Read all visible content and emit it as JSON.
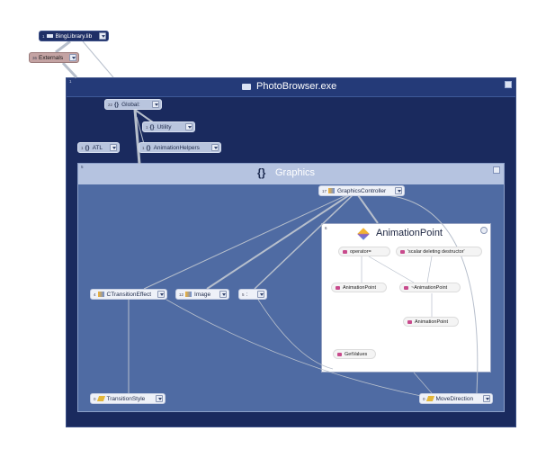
{
  "nodes": {
    "bing": {
      "count": "1",
      "label": "BingLibrary.lib"
    },
    "externals": {
      "count": "36",
      "label": "Externals"
    },
    "photo": {
      "count": "1",
      "title": "PhotoBrowser.exe"
    },
    "global": {
      "count": "22",
      "label": "Global:"
    },
    "utility": {
      "count": "1",
      "label": "Utility"
    },
    "atl": {
      "count": "1",
      "label": "ATL"
    },
    "animhelpers": {
      "count": "1",
      "label": "AnimationHelpers"
    },
    "graphics": {
      "count": "5",
      "title": "Graphics"
    },
    "gcontroller": {
      "count": "17",
      "label": "GraphicsController"
    },
    "animpoint": {
      "count": "6",
      "title": "AnimationPoint"
    },
    "ctrans": {
      "count": "4",
      "label": "CTransitionEffect"
    },
    "image": {
      "count": "12",
      "label": "Image"
    },
    "dots": {
      "count": "5",
      "label": ":"
    },
    "transstyle": {
      "count": "0",
      "label": "TransitionStyle"
    },
    "movedir": {
      "count": "0",
      "label": "MoveDirection"
    }
  },
  "functions": {
    "operator_eq": "operator=",
    "scalar_dtor": "'scalar deleting destructor'",
    "ctor": "AnimationPoint",
    "dtor": "~AnimationPoint",
    "ctor2": "AnimationPoint",
    "getvalues": "GetValues"
  },
  "colors": {
    "outer_frame": "#1a2a5e",
    "graphics_frame": "#4f6ba3",
    "edge": "#b7bfcc"
  }
}
